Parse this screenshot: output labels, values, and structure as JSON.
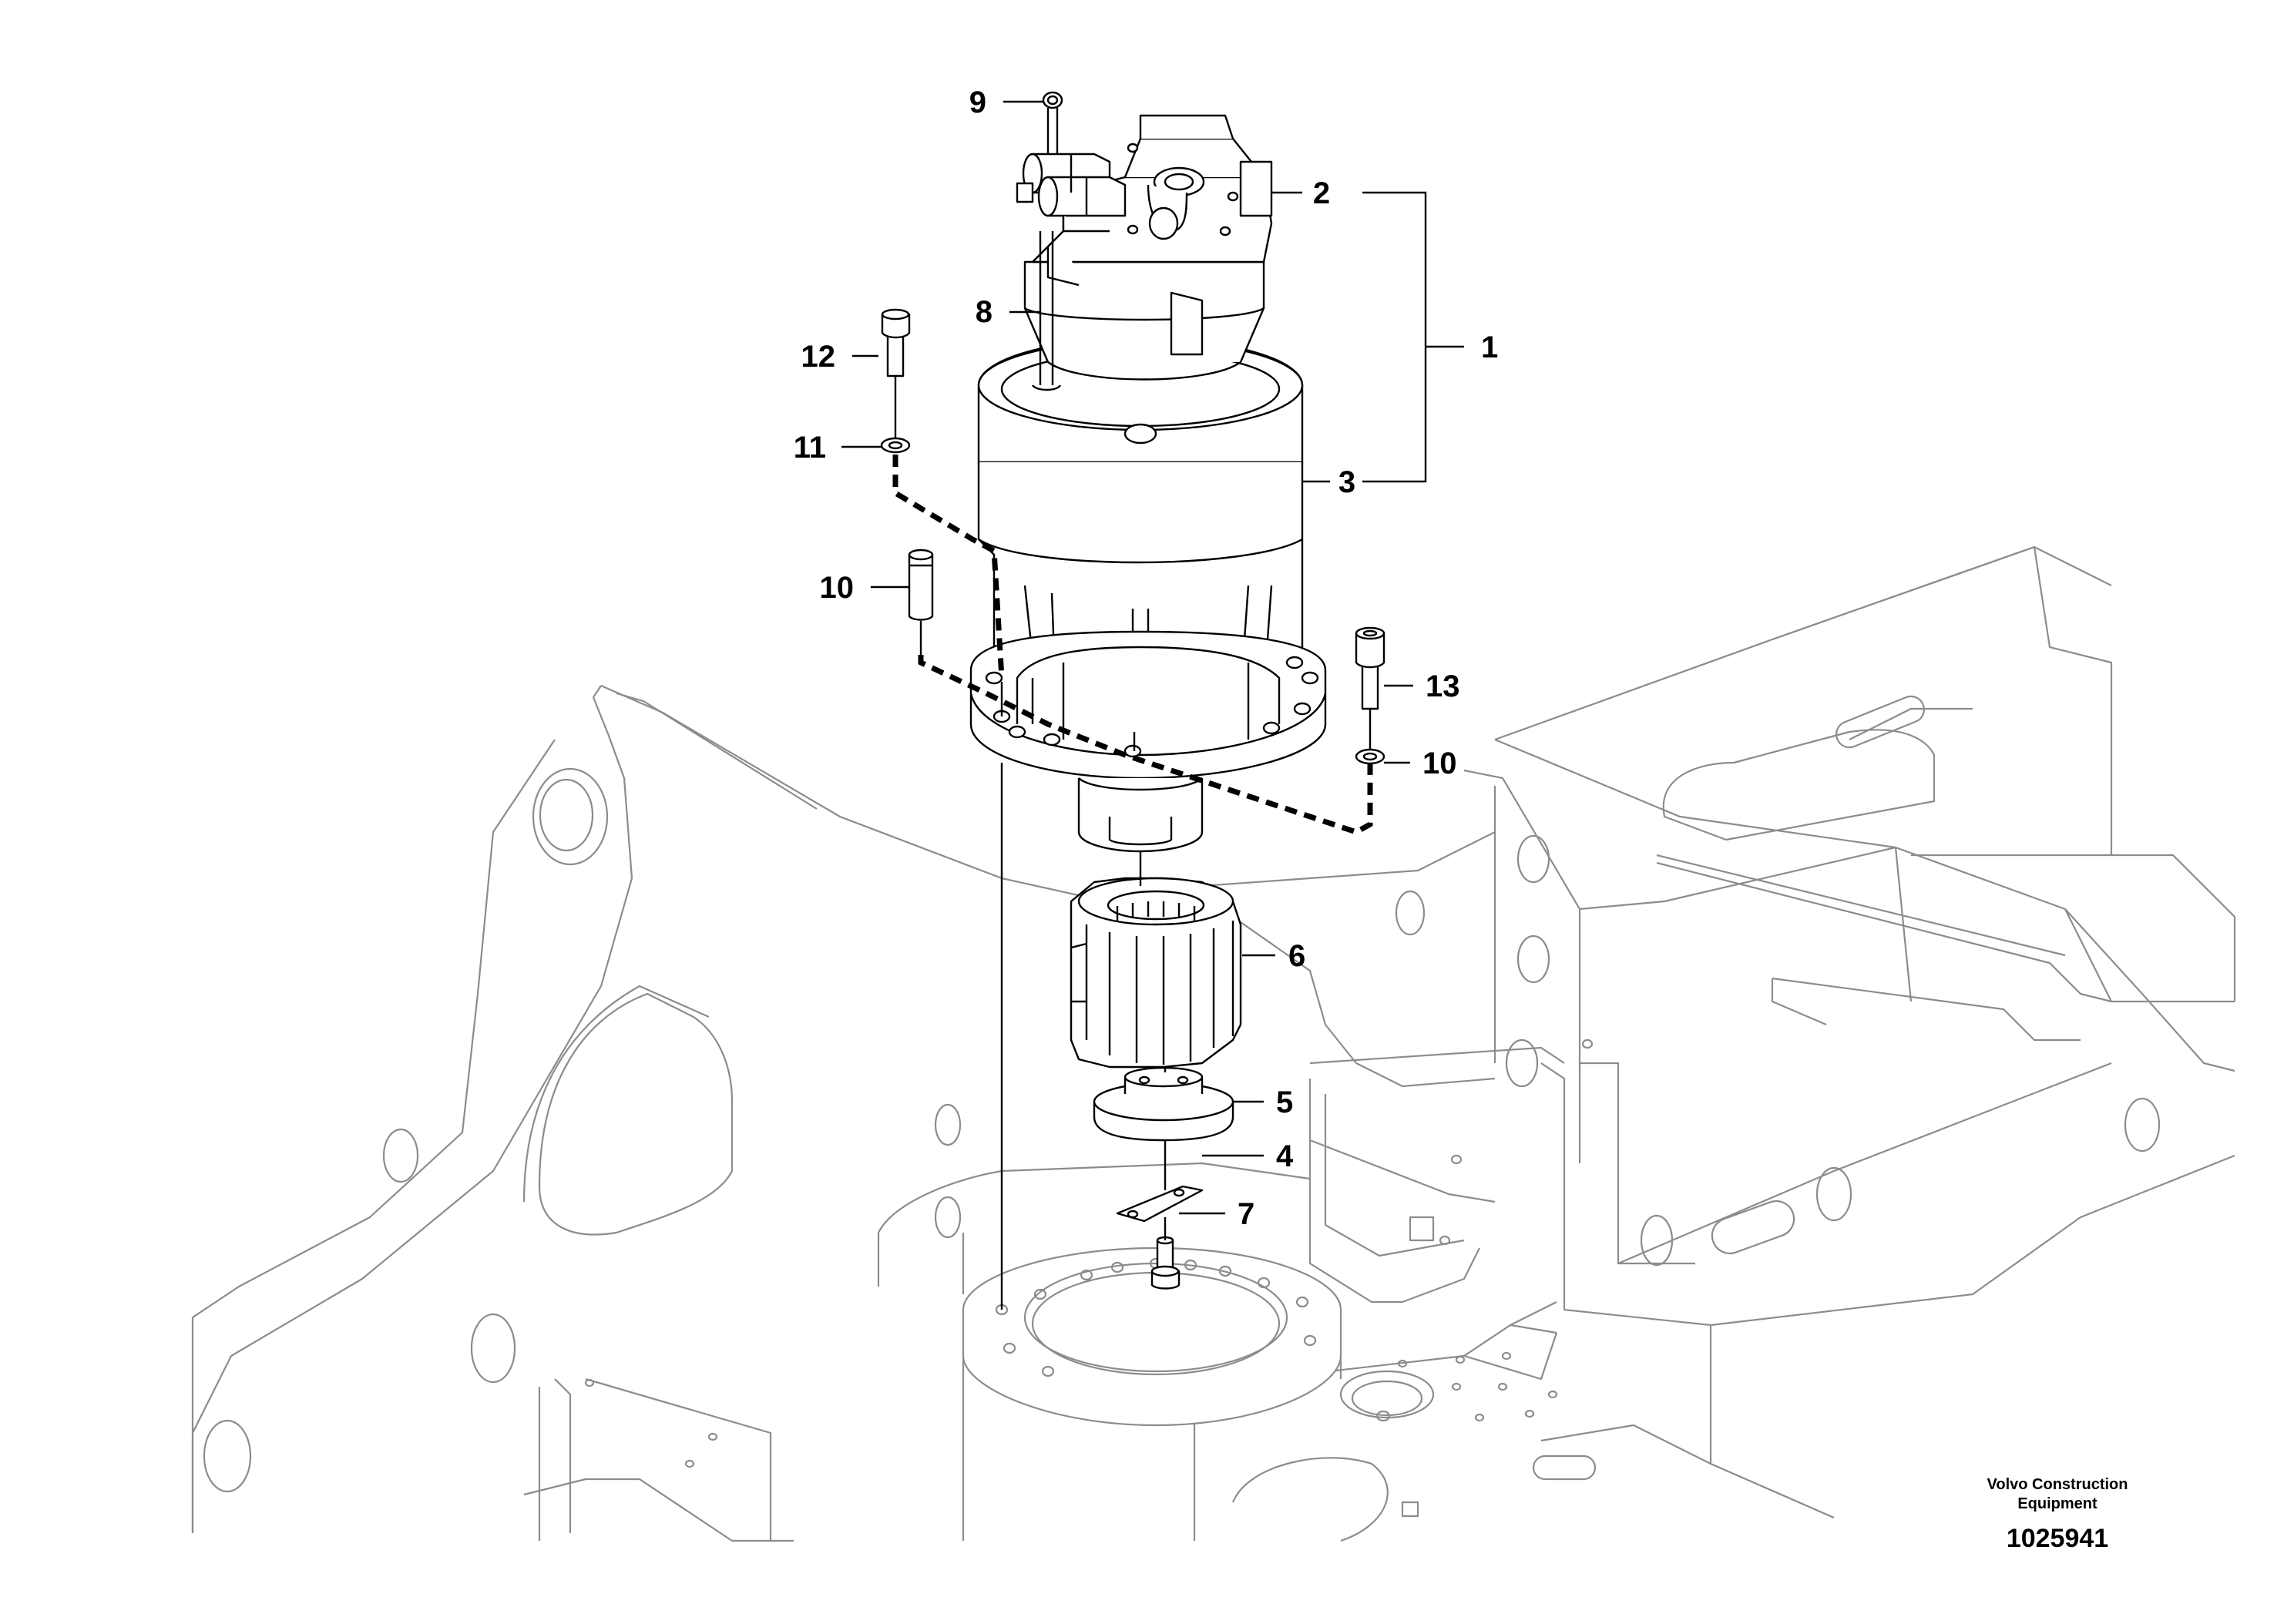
{
  "callouts": [
    {
      "id": "9",
      "text": "9"
    },
    {
      "id": "2",
      "text": "2"
    },
    {
      "id": "1",
      "text": "1"
    },
    {
      "id": "8",
      "text": "8"
    },
    {
      "id": "12",
      "text": "12"
    },
    {
      "id": "11",
      "text": "11"
    },
    {
      "id": "3",
      "text": "3"
    },
    {
      "id": "10a",
      "text": "10"
    },
    {
      "id": "13",
      "text": "13"
    },
    {
      "id": "10b",
      "text": "10"
    },
    {
      "id": "6",
      "text": "6"
    },
    {
      "id": "5",
      "text": "5"
    },
    {
      "id": "4",
      "text": "4"
    },
    {
      "id": "7",
      "text": "7"
    }
  ],
  "brand": {
    "line1": "Volvo Construction",
    "line2": "Equipment"
  },
  "drawing_number": "1025941"
}
